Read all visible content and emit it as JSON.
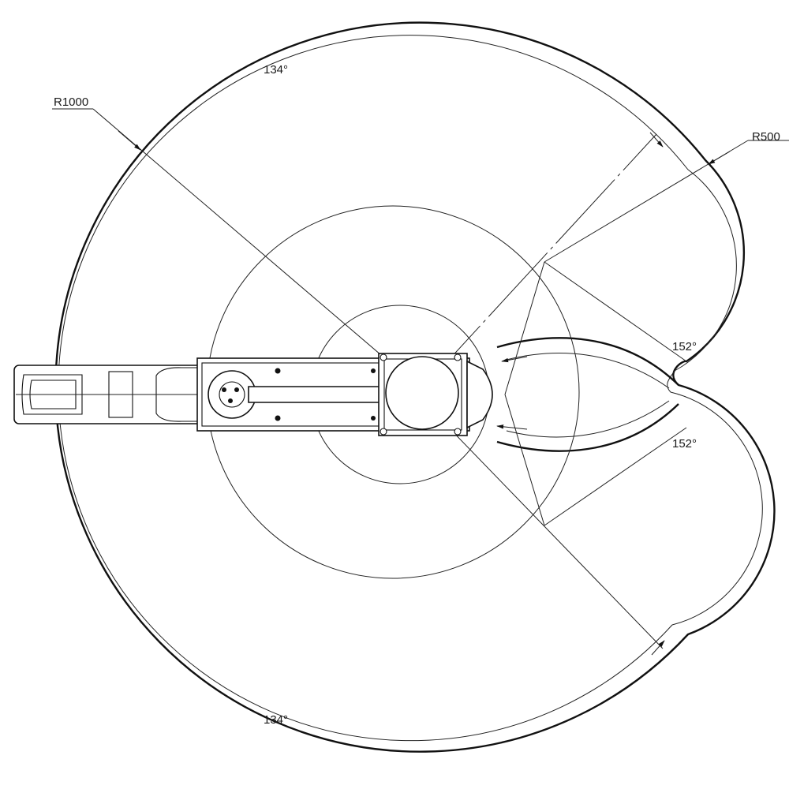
{
  "labels": {
    "radius_outer": "R1000",
    "radius_inner": "R500",
    "angle_upper": "134°",
    "angle_lower": "134°",
    "angle_right_upper": "152°",
    "angle_right_lower": "152°"
  }
}
